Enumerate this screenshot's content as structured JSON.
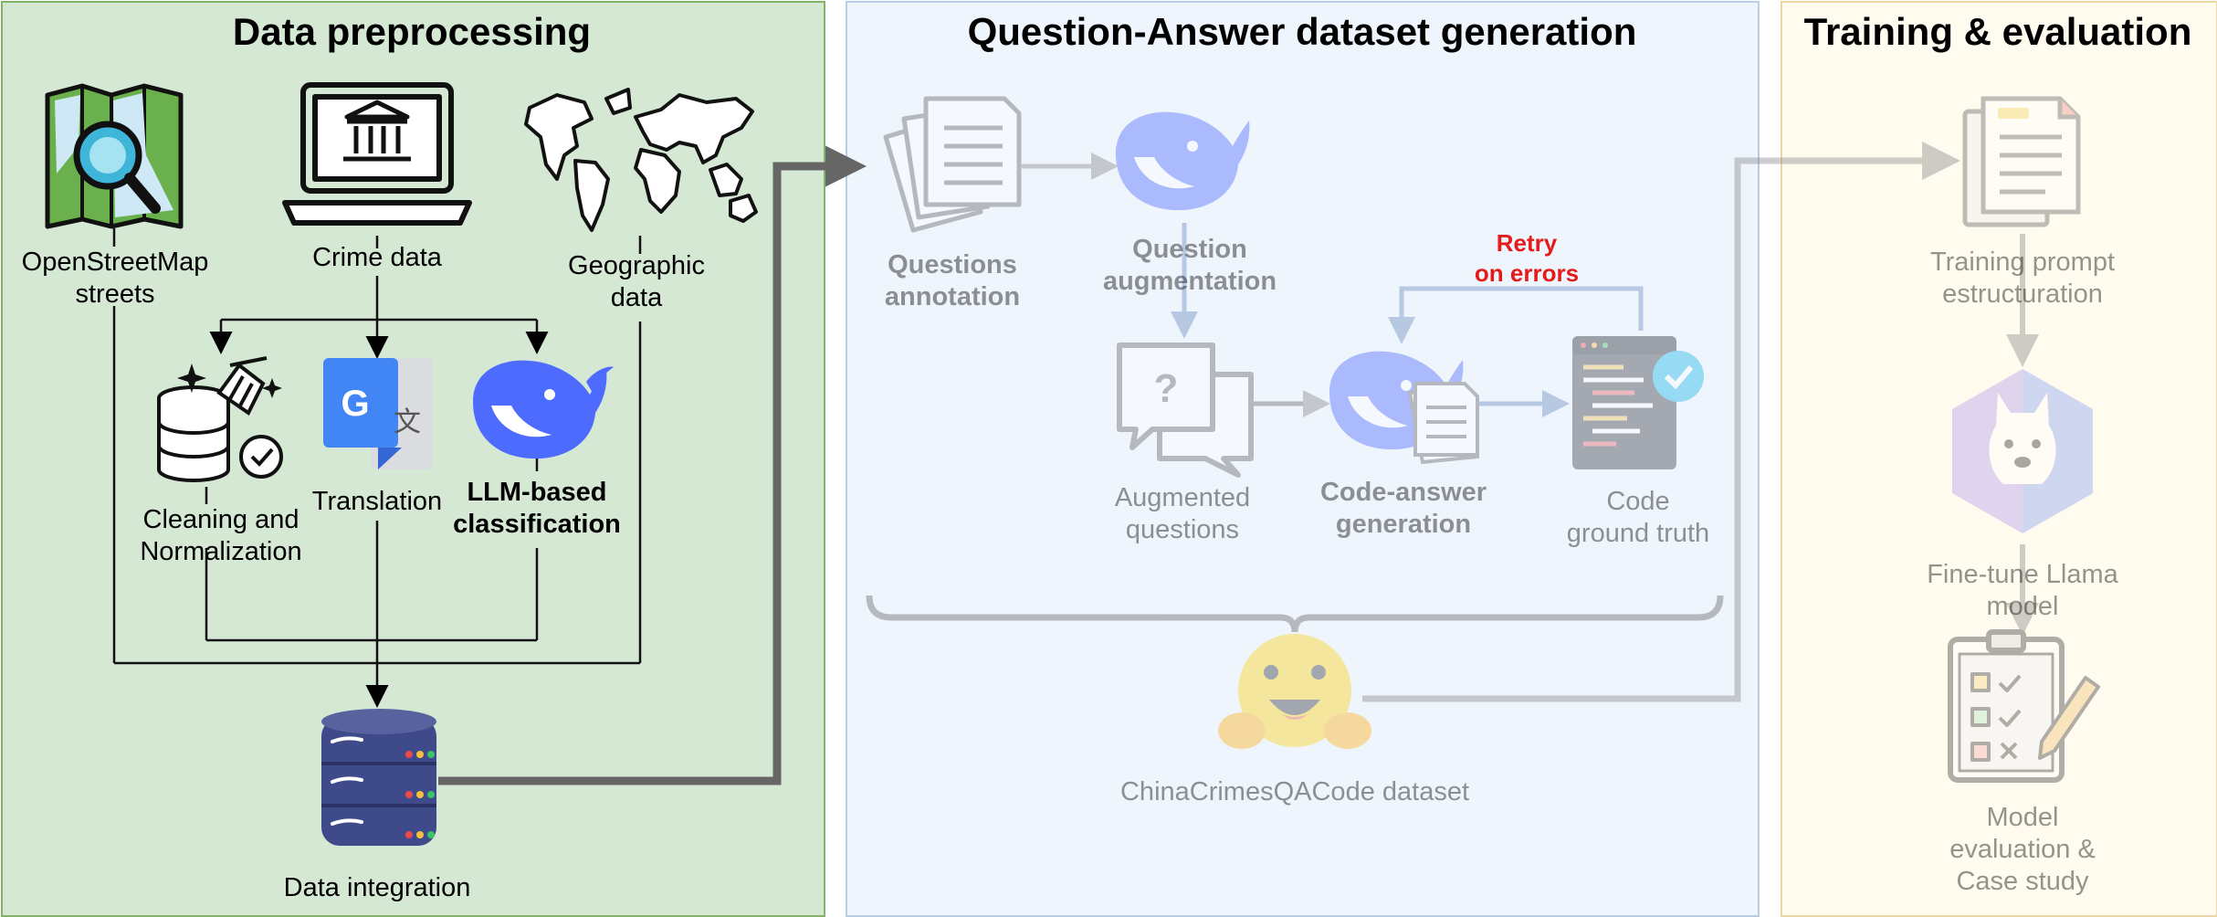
{
  "panels": {
    "preprocessing": {
      "title": "Data preprocessing",
      "bg": "#d5e8d4",
      "border": "#82b366"
    },
    "qa_generation": {
      "title": "Question-Answer dataset generation",
      "bg": "#eff5fd",
      "border": "#b8cdea"
    },
    "training": {
      "title": "Training & evaluation",
      "bg": "#fffbee",
      "border": "#ead7a4"
    }
  },
  "preprocessing": {
    "osm_label": "OpenStreetMap\nstreets",
    "crime_label": "Crime data",
    "geo_label": "Geographic\ndata",
    "cleaning_label": "Cleaning and\nNormalization",
    "translation_label": "Translation",
    "llm_label": "LLM-based\nclassification",
    "integration_label": "Data integration"
  },
  "qa": {
    "questions_annotation": "Questions\nannotation",
    "question_augmentation": "Question\naugmentation",
    "retry_label": "Retry\non errors",
    "augmented_questions": "Augmented\nquestions",
    "code_answer_generation": "Code-answer\ngeneration",
    "code_ground_truth": "Code\nground truth",
    "dataset_label": "ChinaCrimesQACode dataset"
  },
  "training": {
    "prompt_label": "Training prompt\nestructuration",
    "finetune_label": "Fine-tune Llama model",
    "evaluation_label": "Model evaluation &\nCase study"
  },
  "colors": {
    "deepseek_blue": "#4d6bfe",
    "retry_red": "#e41b1b",
    "arrow_gray": "#666666"
  }
}
